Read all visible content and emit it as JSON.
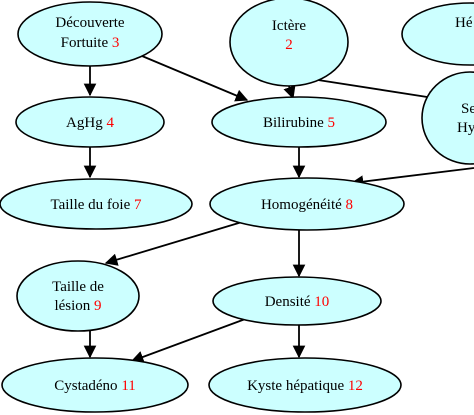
{
  "colors": {
    "node_fill": "#ccffff",
    "node_stroke": "#000000",
    "number": "#ff0000",
    "edge": "#000000"
  },
  "nodes": {
    "decouverte": {
      "line1": "Découverte",
      "line2": "Fortuite",
      "num": "3"
    },
    "ictere": {
      "line1": "Ictère",
      "num": "2"
    },
    "hepat": {
      "line1": "Hé"
    },
    "aghg": {
      "line1": "AgHg",
      "num": "4"
    },
    "bilirubine": {
      "line1": "Bilirubine",
      "num": "5"
    },
    "se": {
      "line1": "Se",
      "line2": "Hy"
    },
    "taille_foie": {
      "line1": "Taille du foie",
      "num": "7"
    },
    "homogeneite": {
      "line1": "Homogénéité",
      "num": "8"
    },
    "taille_lesion": {
      "line1": "Taille de",
      "line2": "lésion",
      "num": "9"
    },
    "densite": {
      "line1": "Densité",
      "num": "10"
    },
    "cystadeno": {
      "line1": "Cystadéno",
      "num": "11"
    },
    "kyste": {
      "line1": "Kyste hépatique",
      "num": "12"
    }
  },
  "edges": [
    {
      "from": "decouverte",
      "to": "aghg"
    },
    {
      "from": "decouverte",
      "to": "bilirubine"
    },
    {
      "from": "ictere",
      "to": "bilirubine"
    },
    {
      "from": "ictere",
      "to": "se"
    },
    {
      "from": "aghg",
      "to": "taille_foie"
    },
    {
      "from": "bilirubine",
      "to": "homogeneite"
    },
    {
      "from": "se",
      "to": "homogeneite"
    },
    {
      "from": "homogeneite",
      "to": "taille_lesion"
    },
    {
      "from": "homogeneite",
      "to": "densite"
    },
    {
      "from": "taille_lesion",
      "to": "cystadeno"
    },
    {
      "from": "densite",
      "to": "cystadeno"
    },
    {
      "from": "densite",
      "to": "kyste"
    }
  ]
}
